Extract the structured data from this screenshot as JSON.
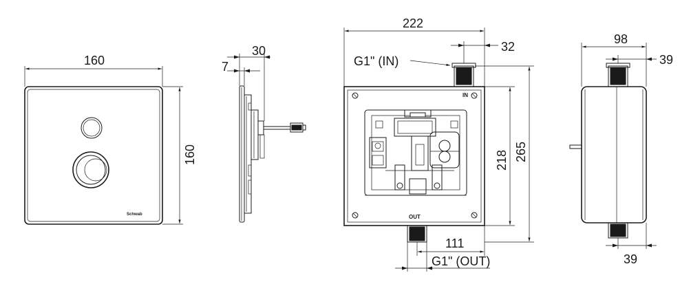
{
  "front_view": {
    "width_label": "160",
    "height_label": "160",
    "brand_label": "Schwab"
  },
  "side_view": {
    "depth_label": "30",
    "plate_label": "7"
  },
  "box_view": {
    "width_label": "222",
    "inlet_offset_label": "32",
    "inlet_label": "G1\" (IN)",
    "inner_height_label": "218",
    "outer_height_label": "265",
    "outlet_offset_label": "111",
    "outlet_label": "G1\" (OUT)",
    "in_marker": "IN",
    "out_marker": "OUT"
  },
  "profile_view": {
    "width_label": "98",
    "top_offset_label": "39",
    "bottom_offset_label": "39"
  }
}
